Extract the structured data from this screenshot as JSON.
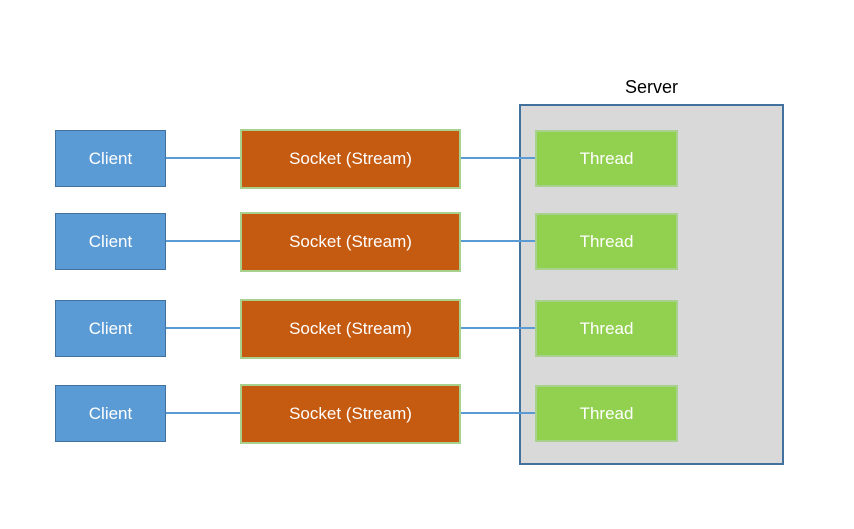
{
  "diagram": {
    "server_label": "Server",
    "rows": [
      {
        "client": "Client",
        "socket": "Socket (Stream)",
        "thread": "Thread"
      },
      {
        "client": "Client",
        "socket": "Socket (Stream)",
        "thread": "Thread"
      },
      {
        "client": "Client",
        "socket": "Socket (Stream)",
        "thread": "Thread"
      },
      {
        "client": "Client",
        "socket": "Socket (Stream)",
        "thread": "Thread"
      }
    ],
    "colors": {
      "client_fill": "#5B9BD5",
      "client_border": "#41719C",
      "socket_fill": "#C55A11",
      "socket_border": "#A9D18E",
      "thread_fill": "#92D050",
      "thread_border": "#A9D18E",
      "server_fill": "#D9D9D9",
      "server_border": "#41719C",
      "connector": "#5B9BD5",
      "node_text": "#FFFFFF",
      "title_text": "#000000"
    }
  }
}
